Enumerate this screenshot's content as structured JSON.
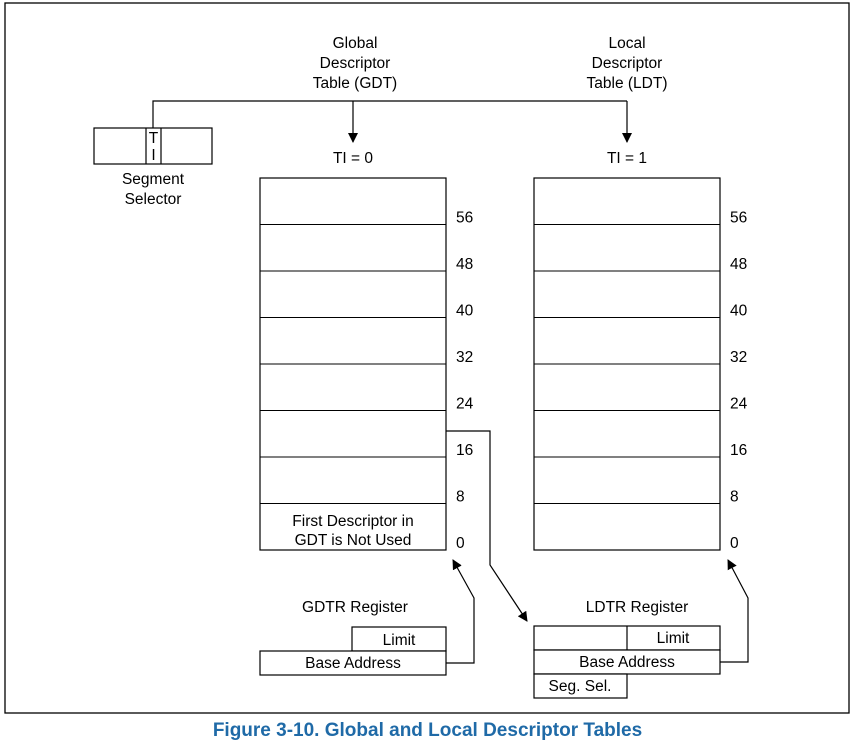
{
  "caption": "Figure 3-10.  Global and Local Descriptor Tables",
  "gdt": {
    "title_lines": [
      "Global",
      "Descriptor",
      "Table (GDT)"
    ],
    "ti_label": "TI = 0",
    "offsets": [
      "56",
      "48",
      "40",
      "32",
      "24",
      "16",
      "8",
      "0"
    ],
    "first_descriptor_lines": [
      "First Descriptor in",
      "GDT is Not Used"
    ]
  },
  "ldt": {
    "title_lines": [
      "Local",
      "Descriptor",
      "Table (LDT)"
    ],
    "ti_label": "TI = 1",
    "offsets": [
      "56",
      "48",
      "40",
      "32",
      "24",
      "16",
      "8",
      "0"
    ]
  },
  "segment_selector": {
    "ti_field_lines": [
      "T",
      "I"
    ],
    "label_lines": [
      "Segment",
      "Selector"
    ]
  },
  "gdtr": {
    "title": "GDTR Register",
    "limit": "Limit",
    "base": "Base Address"
  },
  "ldtr": {
    "title": "LDTR Register",
    "limit": "Limit",
    "base": "Base Address",
    "seg_sel": "Seg. Sel."
  }
}
